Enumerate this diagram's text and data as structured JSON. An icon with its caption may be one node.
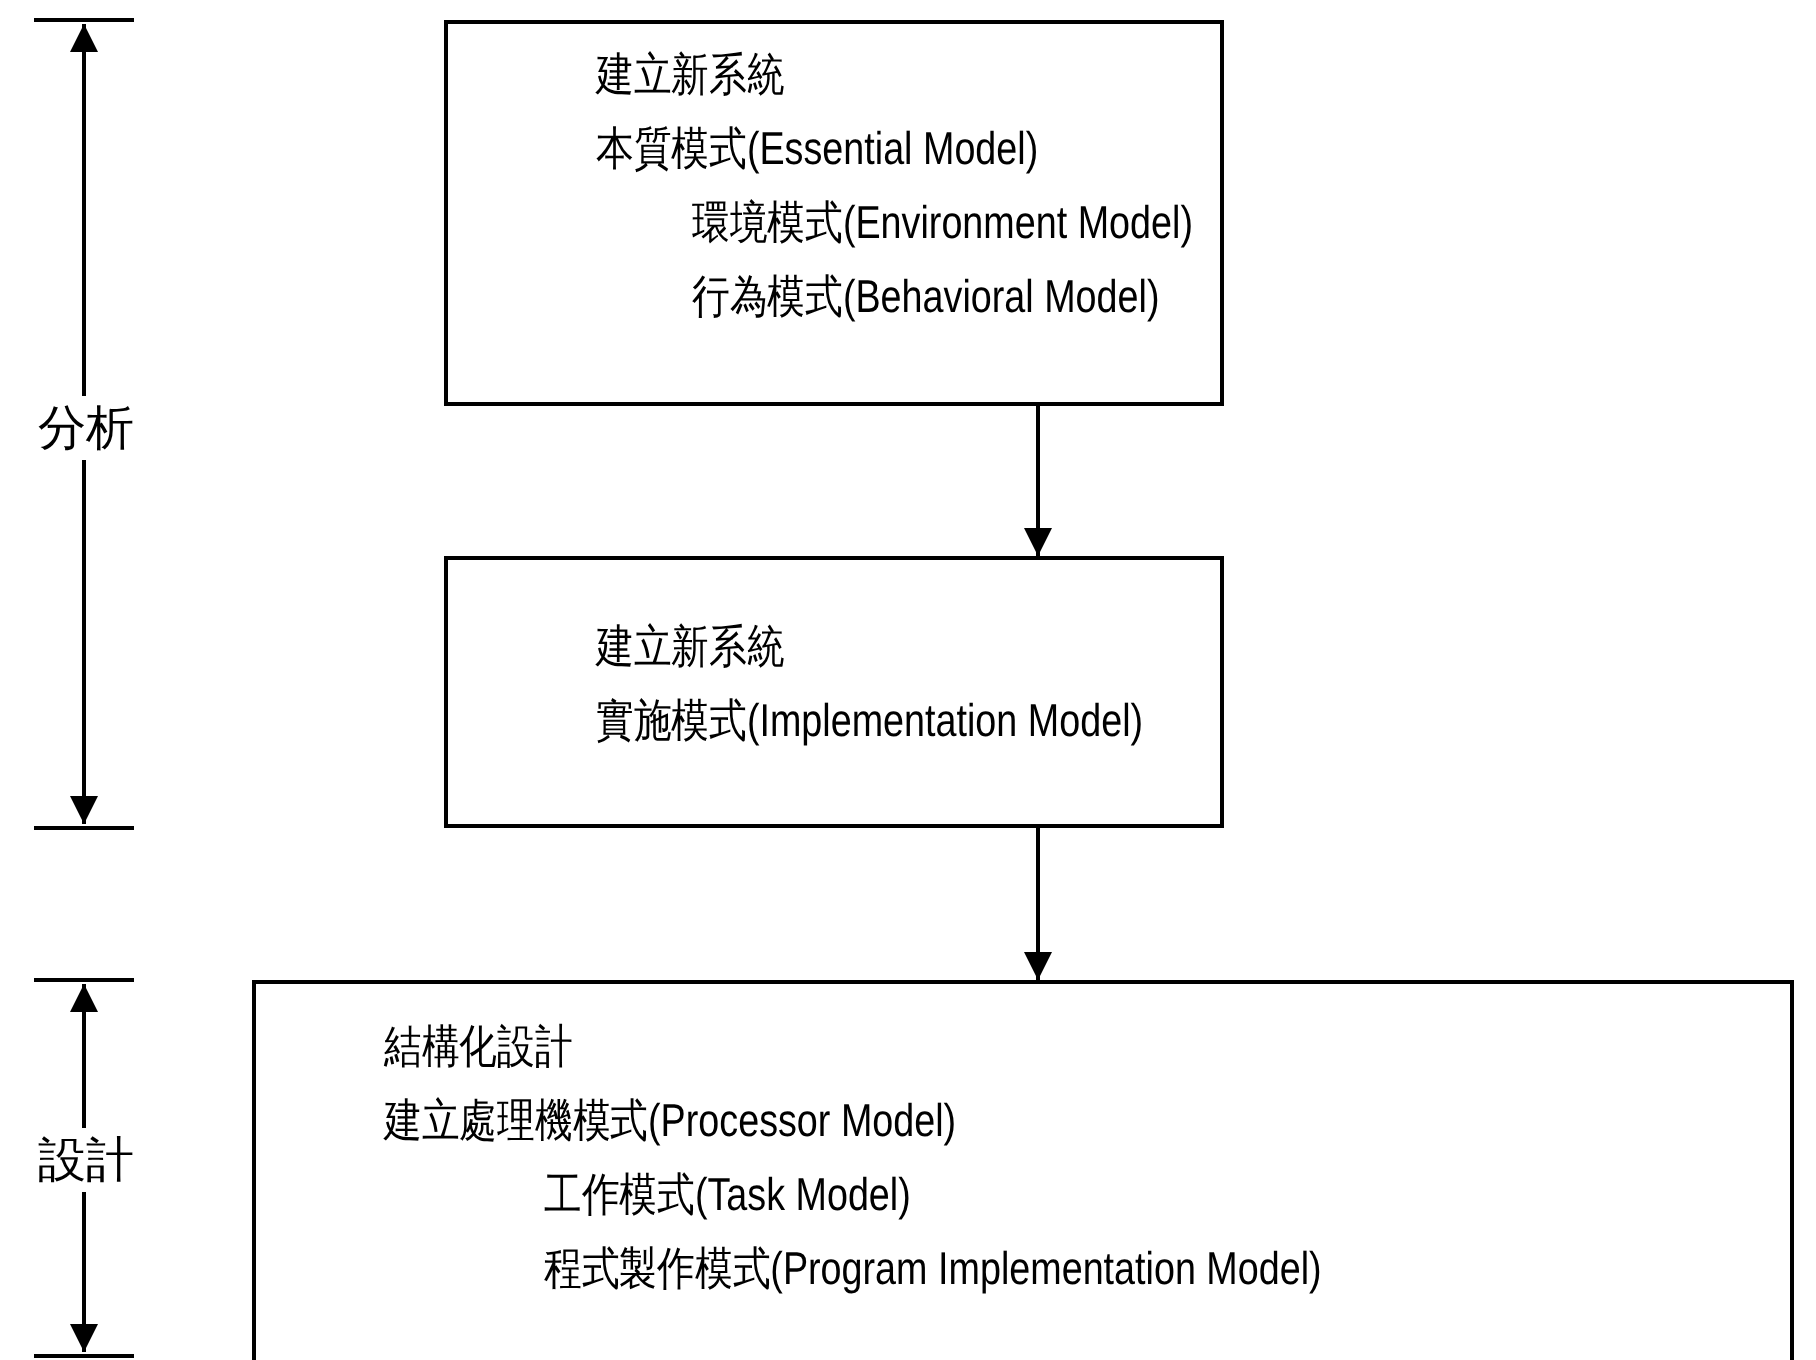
{
  "diagram": {
    "nodes": [
      {
        "text": [
          "建立新系統",
          "本質模式(Essential Model)",
          "環境模式(Environment Model)",
          "行為模式(Behavioral Model)"
        ]
      },
      {
        "text": [
          "建立新系統",
          "實施模式(Implementation Model)"
        ]
      },
      {
        "text": [
          "結構化設計",
          "建立處理機模式(Processor Model)",
          "工作模式(Task Model)",
          "程式製作模式(Program Implementation Model)"
        ]
      }
    ],
    "edges": [
      {
        "from": 0,
        "to": 1,
        "arrow": "to"
      },
      {
        "from": 1,
        "to": 2,
        "arrow": "to"
      }
    ],
    "labels": [
      "分析",
      "設計"
    ]
  }
}
